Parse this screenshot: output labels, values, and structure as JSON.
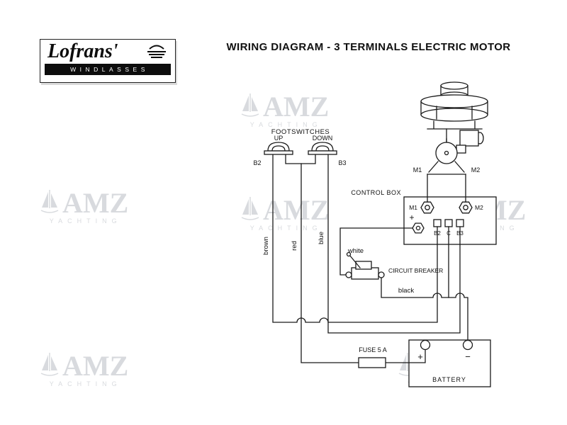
{
  "page": {
    "title": "WIRING DIAGRAM - 3 TERMINALS  ELECTRIC  MOTOR"
  },
  "logo": {
    "brand": "Lofrans'",
    "tagline": "WINDLASSES"
  },
  "watermark": {
    "text": "AMZ",
    "subtext": "YACHTING"
  },
  "icons": {
    "logo_mark": "windlass-icon",
    "watermark_mark": "sailboat-icon"
  },
  "colors": {
    "ink": "#1a1a1a",
    "watermark": "#aeb4bc"
  },
  "footswitches": {
    "title": "FOOTSWITCHES",
    "up_label": "UP",
    "down_label": "DOWN",
    "up_terminal": "B2",
    "down_terminal": "B3"
  },
  "wires": {
    "brown": "brown",
    "red": "red",
    "blue": "blue",
    "white": "white",
    "black": "black"
  },
  "motor": {
    "terminal_left": "M1",
    "terminal_right": "M2"
  },
  "control_box": {
    "title": "CONTROL BOX",
    "terminal_m1": "M1",
    "terminal_m2": "M2",
    "terminal_plus": "+",
    "terminal_b2": "B2",
    "terminal_c": "C",
    "terminal_b3": "B3"
  },
  "circuit_breaker": {
    "label": "CIRCUIT BREAKER"
  },
  "fuse": {
    "label": "FUSE 5 A"
  },
  "battery": {
    "label": "BATTERY",
    "plus": "+",
    "minus": "−"
  }
}
